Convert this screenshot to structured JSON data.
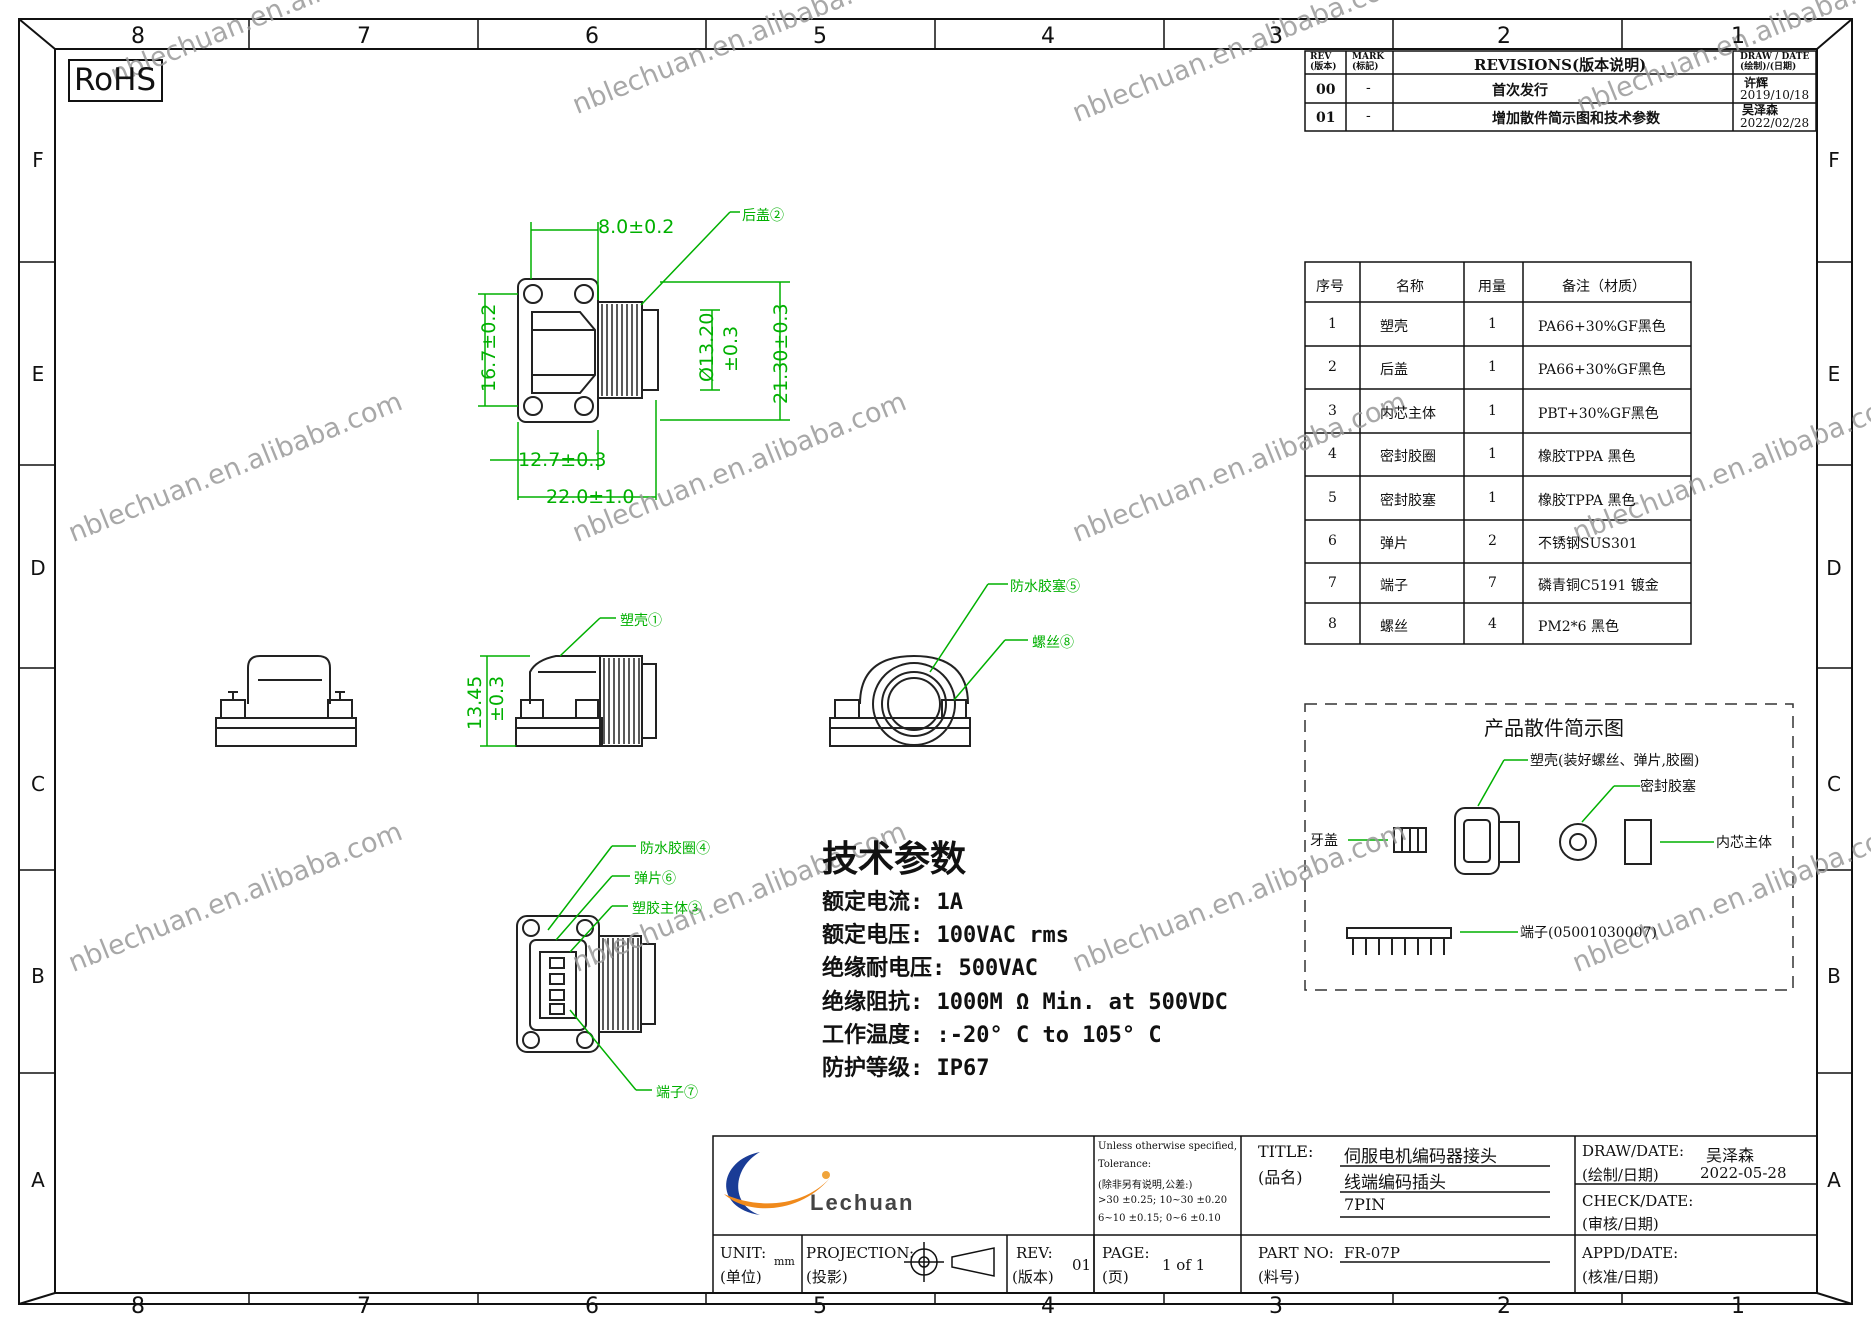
{
  "rohs": "RoHS",
  "zones": {
    "cols": [
      "8",
      "7",
      "6",
      "5",
      "4",
      "3",
      "2",
      "1"
    ],
    "rows": [
      "F",
      "E",
      "D",
      "C",
      "B",
      "A"
    ]
  },
  "watermark": "nblechuan.en.alibaba.com",
  "revisions": {
    "head_rev": "REV\n(版本)",
    "head_mark": "MARK\n(标記)",
    "head_title": "REVISIONS(版本说明)",
    "head_draw": "DRAW / DATE\n(绘制)/(日期)",
    "rows": [
      {
        "rev": "00",
        "mark": "-",
        "desc": "首次发行",
        "draw": "许辉",
        "date": "2019/10/18"
      },
      {
        "rev": "01",
        "mark": "-",
        "desc": "增加散件简示图和技术参数",
        "draw": "吴泽森",
        "date": "2022/02/28"
      }
    ]
  },
  "bom": {
    "headers": [
      "序号",
      "名称",
      "用量",
      "备注（材质）"
    ],
    "rows": [
      [
        "1",
        "塑壳",
        "1",
        "PA66+30%GF黑色"
      ],
      [
        "2",
        "后盖",
        "1",
        "PA66+30%GF黑色"
      ],
      [
        "3",
        "内芯主体",
        "1",
        "PBT+30%GF黑色"
      ],
      [
        "4",
        "密封胶圈",
        "1",
        "橡胶TPPA 黑色"
      ],
      [
        "5",
        "密封胶塞",
        "1",
        "橡胶TPPA 黑色"
      ],
      [
        "6",
        "弹片",
        "2",
        "不锈钢SUS301"
      ],
      [
        "7",
        "端子",
        "7",
        "磷青铜C5191 镀金"
      ],
      [
        "8",
        "螺丝",
        "4",
        "PM2*6 黑色"
      ]
    ]
  },
  "dimensions": {
    "d1": "8.0±0.2",
    "d2": "16.7±0.2",
    "d3a": "Ø13.20",
    "d3b": "±0.3",
    "d4": "21.30±0.3",
    "d5": "12.7±0.3",
    "d6": "22.0±1.0",
    "d7a": "13.45",
    "d7b": "±0.3"
  },
  "callouts": {
    "rear_cover": "后盖②",
    "shell": "塑壳①",
    "seal_plug": "防水胶塞⑤",
    "screw": "螺丝⑧",
    "seal_ring": "防水胶圈④",
    "spring": "弹片⑥",
    "core": "塑胶主体③",
    "terminal": "端子⑦"
  },
  "tech": {
    "title": "技术参数",
    "lines": [
      "额定电流: 1A",
      "额定电压: 100VAC rms",
      "绝缘耐电压: 500VAC",
      "绝缘阻抗: 1000M Ω Min. at 500VDC",
      "工作温度: :-20° C to 105° C",
      "防护等级: IP67"
    ]
  },
  "exploded": {
    "title": "产品散件简示图",
    "shell": "塑壳(装好螺丝、弹片,胶圈)",
    "seal": "密封胶塞",
    "cap": "牙盖",
    "core": "内芯主体",
    "terminal": "端子(05001030007)"
  },
  "titleblock": {
    "logo": "Lechuan",
    "tol_1": "Unless otherwise specified,",
    "tol_2": "Tolerance:",
    "tol_3": "(除非另有说明,公差:)",
    "tol_4": ">30 ±0.25; 10~30 ±0.20",
    "tol_5": "6~10 ±0.15; 0~6 ±0.10",
    "title_label": "TITLE:",
    "title_label_cn": "(品名)",
    "title_1": "伺服电机编码器接头",
    "title_2": "线端编码插头",
    "title_3": "7PIN",
    "draw_label": "DRAW/DATE:",
    "draw_label_cn": "(绘制/日期)",
    "draw_name": "吴泽森",
    "draw_date": "2022-05-28",
    "check_label": "CHECK/DATE:",
    "check_label_cn": "(审核/日期)",
    "appd_label": "APPD/DATE:",
    "appd_label_cn": "(核准/日期)",
    "unit_label": "UNIT:",
    "unit_label_cn": "(单位)",
    "unit_value": "mm",
    "proj_label": "PROJECTION:",
    "proj_label_cn": "(投影)",
    "rev_label": "REV:",
    "rev_label_cn": "(版本)",
    "rev_value": "01",
    "page_label": "PAGE:",
    "page_label_cn": "(页)",
    "page_value": "1 of 1",
    "part_label": "PART NO:",
    "part_label_cn": "(料号)",
    "part_value": "FR-07P"
  }
}
